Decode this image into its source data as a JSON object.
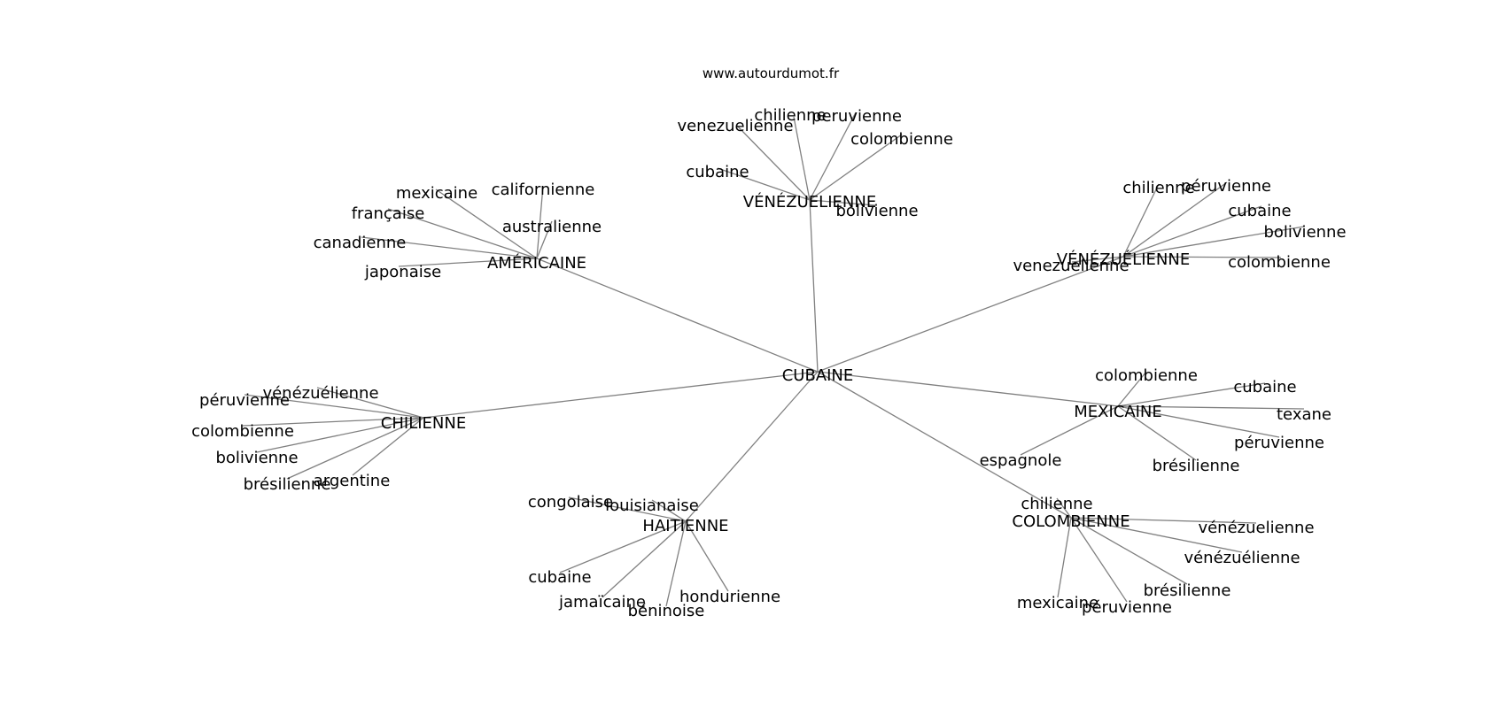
{
  "source": "www.autourdumot.fr",
  "center": "CUBAINE",
  "clusters": [
    {
      "label": "VÉNÉZUELIENNE",
      "leaves": [
        "venezuelienne",
        "chilienne",
        "peruvienne",
        "colombienne",
        "cubaine",
        "bolivienne"
      ]
    },
    {
      "label": "AMÉRICAINE",
      "leaves": [
        "mexicaine",
        "californienne",
        "française",
        "australienne",
        "canadienne",
        "japonaise"
      ]
    },
    {
      "label": "VÉNÉZUÉLIENNE",
      "leaves": [
        "chilienne",
        "péruvienne",
        "cubaine",
        "bolivienne",
        "colombienne",
        "venezuelienne"
      ]
    },
    {
      "label": "CHILIENNE",
      "leaves": [
        "vénézuélienne",
        "péruvienne",
        "colombienne",
        "bolivienne",
        "brésilienne",
        "argentine"
      ]
    },
    {
      "label": "MEXICAINE",
      "leaves": [
        "colombienne",
        "cubaine",
        "texane",
        "péruvienne",
        "brésilienne",
        "espagnole"
      ]
    },
    {
      "label": "HAITIENNE",
      "leaves": [
        "congolaise",
        "louisianaise",
        "cubaine",
        "jamaïcaine",
        "béninoise",
        "hondurienne"
      ]
    },
    {
      "label": "COLOMBIENNE",
      "leaves": [
        "chilienne",
        "vénézuelienne",
        "vénézuélienne",
        "brésilienne",
        "péruvienne",
        "mexicaine"
      ]
    }
  ]
}
